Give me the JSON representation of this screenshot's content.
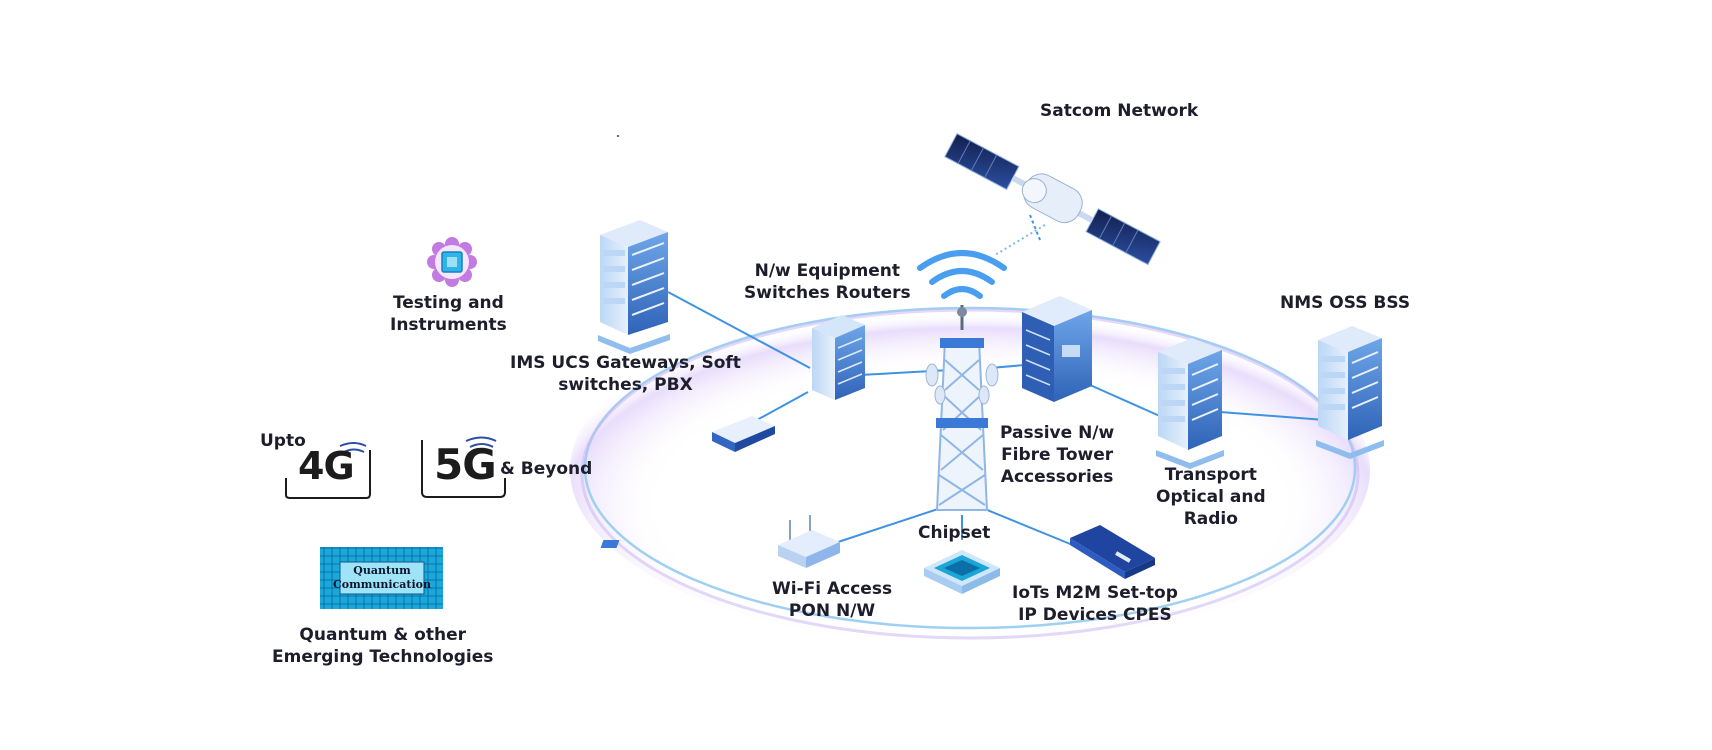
{
  "labels": {
    "satcom": "Satcom Network",
    "testing": "Testing and\nInstruments",
    "nw_equipment": "N/w Equipment\nSwitches Routers",
    "nms": "NMS OSS BSS",
    "ims": "IMS UCS Gateways, Soft\nswitches, PBX",
    "passive": "Passive N/w\nFibre Tower\nAccessories",
    "transport": "Transport\nOptical and\nRadio",
    "chipset": "Chipset",
    "wifi": "Wi-Fi Access\nPON N/W",
    "iot": "IoTs M2M Set-top\nIP Devices CPES",
    "quantum": "Quantum & other\nEmerging Technologies",
    "upto": "Upto",
    "beyond": "& Beyond"
  },
  "logos": {
    "g4": "4G",
    "g5": "5G",
    "quantum_chip_line1": "Quantum",
    "quantum_chip_line2": "Communication"
  },
  "colors": {
    "accent": "#3b8fe0",
    "server": "#4a86d4",
    "ring": "#8ec6ee",
    "ring_glow": "#d9c8f5"
  }
}
